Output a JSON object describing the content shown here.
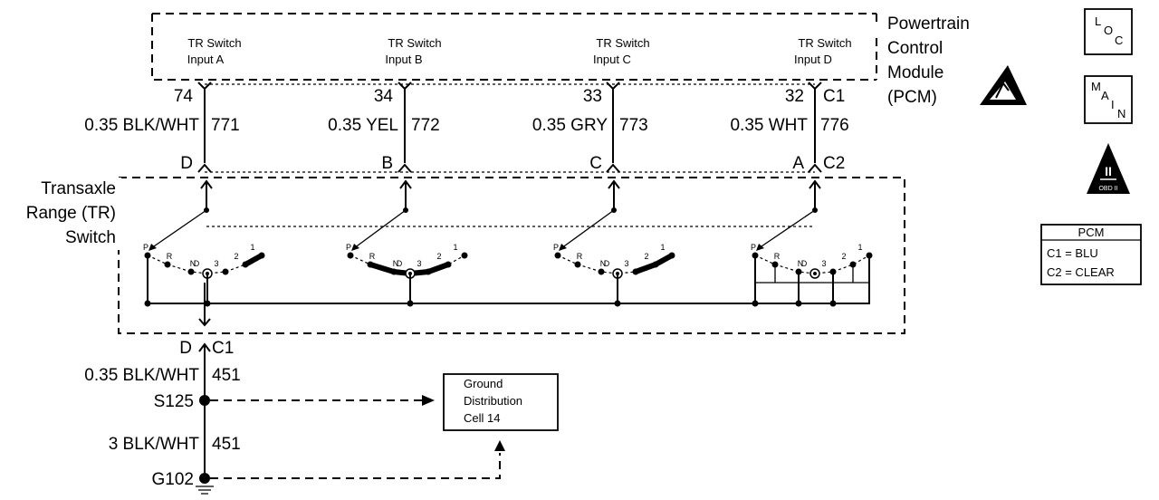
{
  "pcm": {
    "title_lines": [
      "Powertrain",
      "Control",
      "Module",
      "(PCM)"
    ],
    "inputs": [
      {
        "line1": "TR Switch",
        "line2": "Input A"
      },
      {
        "line1": "TR Switch",
        "line2": "Input B"
      },
      {
        "line1": "TR Switch",
        "line2": "Input C"
      },
      {
        "line1": "TR Switch",
        "line2": "Input D"
      }
    ]
  },
  "circuits": [
    {
      "pin": "74",
      "wire": "0.35 BLK/WHT",
      "circuit": "771",
      "switch_pin": "D"
    },
    {
      "pin": "34",
      "wire": "0.35 YEL",
      "circuit": "772",
      "switch_pin": "B"
    },
    {
      "pin": "33",
      "wire": "0.35 GRY",
      "circuit": "773",
      "switch_pin": "C"
    },
    {
      "pin": "32",
      "wire": "0.35 WHT",
      "circuit": "776",
      "switch_pin": "A"
    }
  ],
  "connectors": {
    "top": "C1",
    "bottom": "C2"
  },
  "tr_switch": {
    "title_lines": [
      "Transaxle",
      "Range (TR)",
      "Switch"
    ],
    "positions": [
      "P",
      "R",
      "N",
      "D",
      "3",
      "2",
      "1"
    ]
  },
  "ground": {
    "switch_pin": "D",
    "connector": "C1",
    "wire1": "0.35 BLK/WHT",
    "circuit1": "451",
    "splice": "S125",
    "wire2": "3 BLK/WHT",
    "circuit2": "451",
    "ground_point": "G102",
    "distribution_lines": [
      "Ground",
      "Distribution",
      "Cell 14"
    ]
  },
  "badges": {
    "loc": {
      "letters": [
        "L",
        "O",
        "C"
      ]
    },
    "main": {
      "letters": [
        "M",
        "A",
        "I",
        "N"
      ]
    },
    "obd": {
      "numeral": "II",
      "text": "OBD II"
    }
  },
  "legend": {
    "title": "PCM",
    "rows": [
      "C1 = BLU",
      "C2 = CLEAR"
    ]
  }
}
